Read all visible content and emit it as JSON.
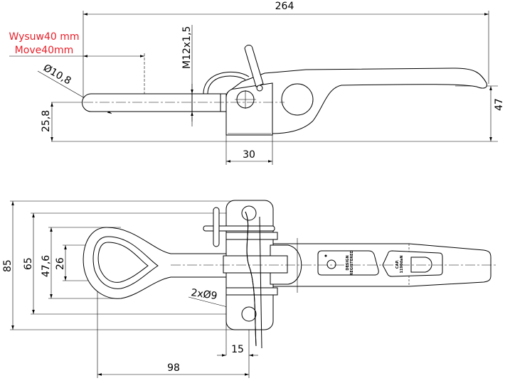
{
  "annotation": {
    "line1": "Wysuw40 mm",
    "line2": "Move40mm",
    "color": "#e8202a"
  },
  "side_view": {
    "overall_length": "264",
    "rod_diameter": "Ø10,8",
    "thread": "M12x1,5",
    "height_rod": "25,8",
    "height_total": "47",
    "base_width": "30"
  },
  "top_view": {
    "height_85": "85",
    "height_65": "65",
    "height_47_6": "47,6",
    "height_26": "26",
    "holes": "2xØ9",
    "offset_15": "15",
    "length_98": "98",
    "plate_design_1": "DESIGN",
    "plate_design_2": "REGISTERED",
    "plate_cap_1": "CAP.",
    "plate_cap_2": "1190daN"
  }
}
